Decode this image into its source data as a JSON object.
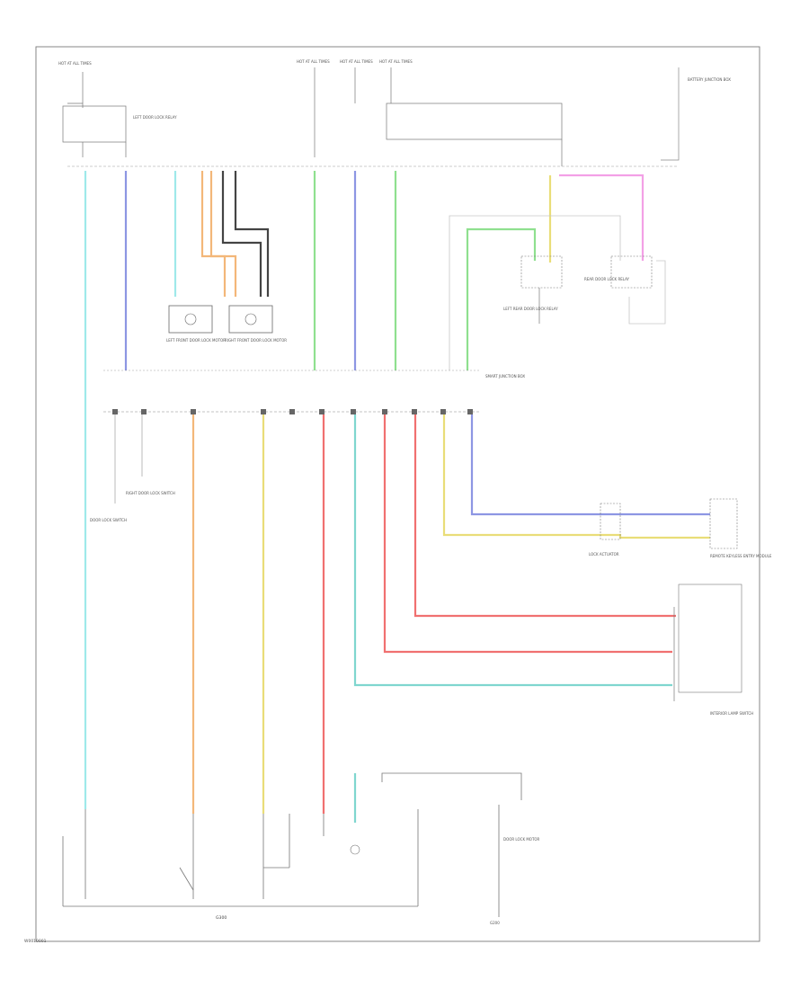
{
  "diagram": {
    "fuse_labels": [
      "HOT AT ALL TIMES",
      "HOT AT ALL TIMES",
      "HOT AT ALL TIMES",
      "HOT AT ALL TIMES"
    ],
    "component_labels": {
      "upper_relay": "LEFT DOOR LOCK RELAY",
      "battery_junction_box": "BATTERY JUNCTION BOX",
      "left_relay": "LEFT REAR DOOR LOCK RELAY",
      "rear_relay": "REAR DOOR LOCK RELAY",
      "left_motor": "LEFT FRONT DOOR LOCK MOTOR",
      "right_motor": "RIGHT FRONT DOOR LOCK MOTOR",
      "left_switch": "DOOR LOCK SWITCH",
      "right_switch": "RIGHT DOOR LOCK SWITCH",
      "smart_module": "SMART JUNCTION BOX",
      "actuator_lower": "LOCK ACTUATOR",
      "right_bottom_module": "REMOTE KEYLESS ENTRY MODULE",
      "interior_module": "INTERIOR LAMP SWITCH",
      "bottom_motor_group": "DOOR LOCK MOTOR",
      "bottom_ground": "G200",
      "ground_label": "G300",
      "page_code": "W0010001"
    },
    "colors": {
      "cyan": "#9fe9ea",
      "blue": "#8d96e3",
      "orange": "#f3b779",
      "dark": "#333333",
      "green": "#8fe08f",
      "yellow": "#e9dd78",
      "pink": "#f3a0e6",
      "red": "#f07070",
      "teal": "#7fd6cf",
      "gray": "#b0b0b0"
    }
  }
}
